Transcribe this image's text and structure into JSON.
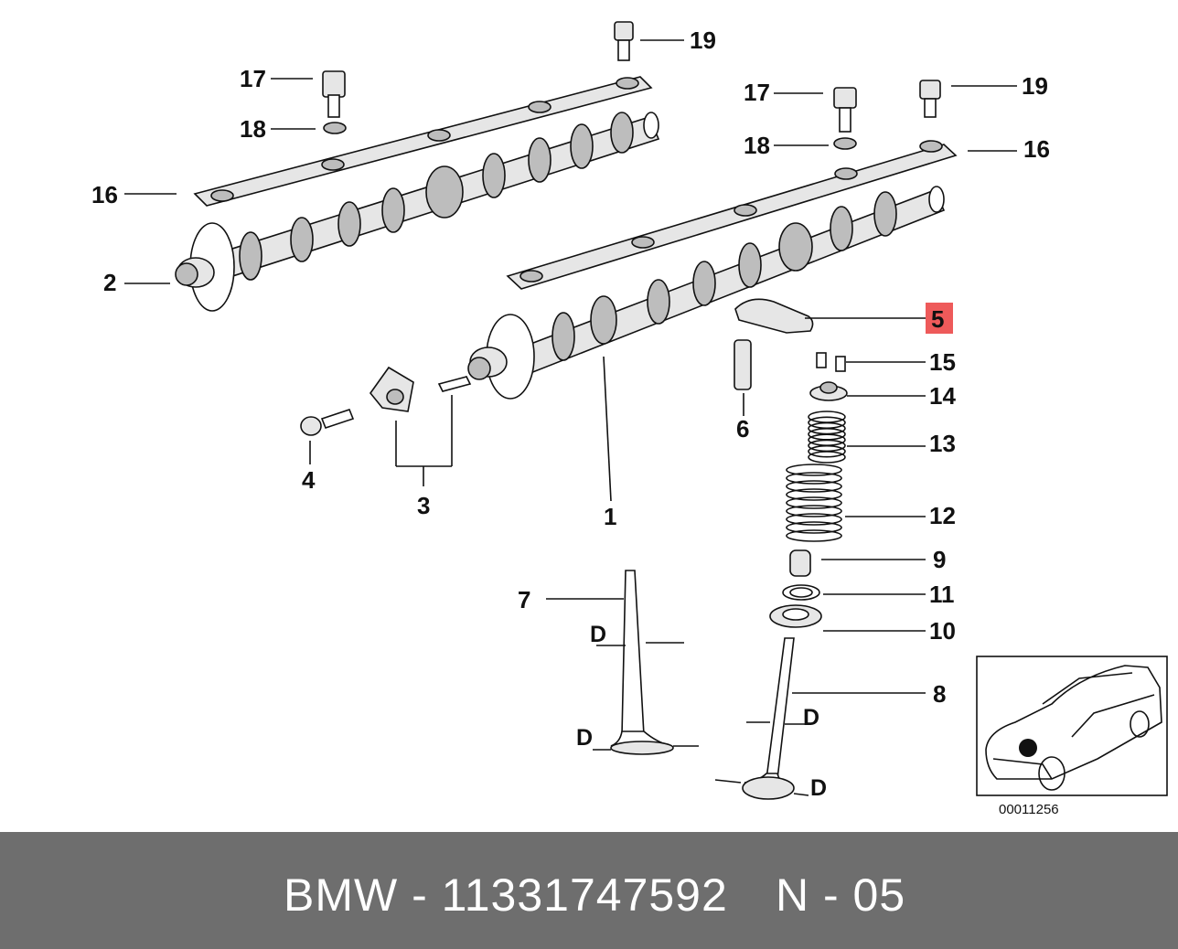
{
  "labels": {
    "l1": "1",
    "l2": "2",
    "l3": "3",
    "l4": "4",
    "l5": "5",
    "l6": "6",
    "l7": "7",
    "l8": "8",
    "l9": "9",
    "l10": "10",
    "l11": "11",
    "l12": "12",
    "l13": "13",
    "l14": "14",
    "l15": "15",
    "l16a": "16",
    "l16b": "16",
    "l17a": "17",
    "l17b": "17",
    "l18a": "18",
    "l18b": "18",
    "l19a": "19",
    "l19b": "19",
    "dim": "D"
  },
  "inset": {
    "ref_code": "00011256"
  },
  "highlight_color": "#ee5a5a",
  "footer": {
    "brand_part": "BMW - 11331747592",
    "position_code": "N - 05",
    "background": "#6e6e6e"
  }
}
